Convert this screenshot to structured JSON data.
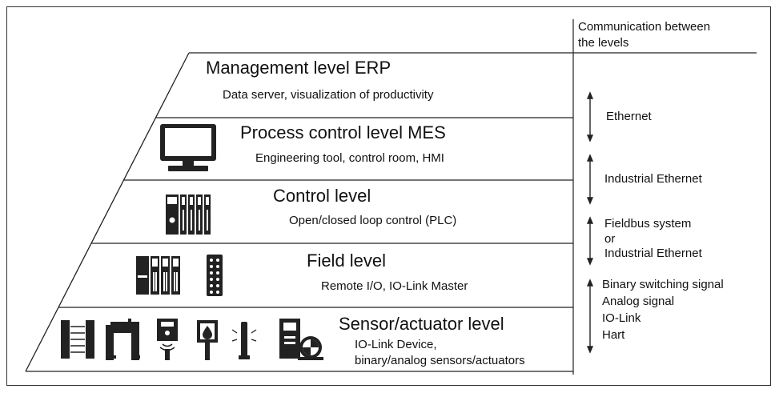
{
  "header": {
    "communication_title_line1": "Communication between",
    "communication_title_line2": "the levels"
  },
  "levels": [
    {
      "title": "Management level ERP",
      "subtitle": "Data server, visualization of productivity"
    },
    {
      "title": "Process control level MES",
      "subtitle": "Engineering tool, control room, HMI"
    },
    {
      "title": "Control level",
      "subtitle": "Open/closed loop control (PLC)"
    },
    {
      "title": "Field level",
      "subtitle": "Remote I/O, IO-Link Master"
    },
    {
      "title": "Sensor/actuator level",
      "subtitle_line1": "IO-Link Device,",
      "subtitle_line2": "binary/analog sensors/actuators"
    }
  ],
  "communication": [
    {
      "lines": [
        "Ethernet"
      ]
    },
    {
      "lines": [
        "Industrial Ethernet"
      ]
    },
    {
      "lines": [
        "Fieldbus system",
        "or",
        "Industrial Ethernet"
      ]
    },
    {
      "lines": [
        "Binary switching signal",
        "Analog signal",
        "IO-Link",
        "Hart"
      ]
    }
  ],
  "icons": {
    "process_control": "monitor-icon",
    "control": "plc-icon",
    "field": [
      "remote-io-icon",
      "io-link-master-icon"
    ],
    "sensor_actuator": [
      "light-curtain-icon",
      "fork-sensor-icon",
      "inductive-sensor-icon",
      "level-sensor-icon",
      "signal-tower-icon",
      "valve-actuator-icon"
    ]
  }
}
